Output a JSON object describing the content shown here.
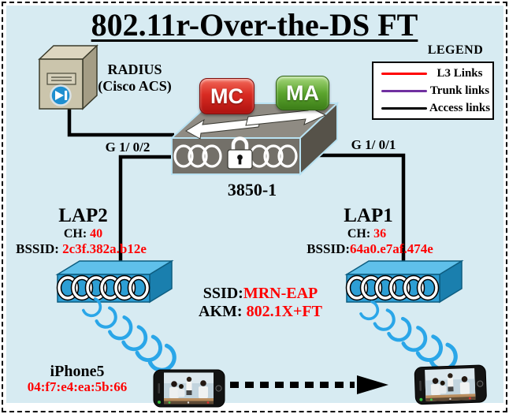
{
  "title": "802.11r-Over-the-DS FT",
  "radius": {
    "line1": "RADIUS",
    "line2": "(Cisco ACS)"
  },
  "legend": {
    "title": "LEGEND",
    "items": [
      {
        "label": "L3 Links",
        "color": "#ff0000"
      },
      {
        "label": "Trunk links",
        "color": "#7030a0"
      },
      {
        "label": "Access links",
        "color": "#000000"
      }
    ]
  },
  "controller": {
    "mc": "MC",
    "ma": "MA",
    "name": "3850-1",
    "left_port": "G 1/ 0/2",
    "right_port": "G 1/ 0/1"
  },
  "lap2": {
    "name": "LAP2",
    "ch_label": "CH: ",
    "channel": "40",
    "bssid_label": "BSSID: ",
    "bssid": "2c3f.382a.b12e"
  },
  "lap1": {
    "name": "LAP1",
    "ch_label": "CH: ",
    "channel": "36",
    "bssid_label": "BSSID:",
    "bssid": "64a0.e7af.474e"
  },
  "wlan": {
    "ssid_label": "SSID:",
    "ssid": "MRN-EAP",
    "akm_label": "AKM: ",
    "akm": "802.1X+FT"
  },
  "client": {
    "name": "iPhone5",
    "mac": "04:f7:e4:ea:5b:66"
  },
  "colors": {
    "background": "#d7ebf2",
    "access_link": "#000000",
    "value_red": "#ff0000",
    "mc_red": "#c41818",
    "ma_green": "#4f9a25",
    "wave_blue": "#2aa6e8",
    "switch_gray": "#737069",
    "ap_blue": "#2d9ed4",
    "server_tan": "#cbc5ac"
  }
}
